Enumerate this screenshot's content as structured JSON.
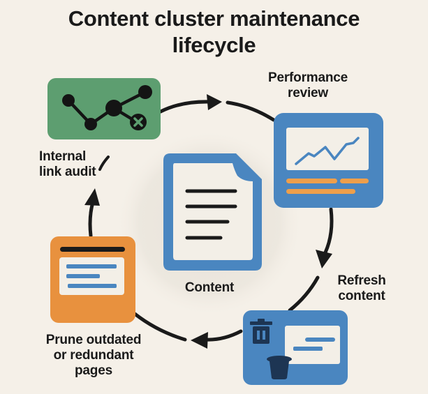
{
  "title": {
    "line1": "Content cluster maintenance",
    "line2": "lifecycle"
  },
  "center": {
    "label": "Content",
    "icon": "document-icon"
  },
  "steps": [
    {
      "id": "performance-review",
      "lines": [
        "Performance",
        "review"
      ],
      "icon": "analytics-chart-icon",
      "color": "#4a86c0"
    },
    {
      "id": "refresh-content",
      "lines": [
        "Refresh",
        "content"
      ],
      "icon": "trash-refresh-icon",
      "color": "#4a86c0"
    },
    {
      "id": "prune-pages",
      "lines": [
        "Prune outdated",
        "or redundant",
        "pages"
      ],
      "icon": "page-window-icon",
      "color": "#e8913e"
    },
    {
      "id": "internal-link-audit",
      "lines": [
        "Internal",
        "link audit"
      ],
      "icon": "link-graph-icon",
      "color": "#5d9e70"
    }
  ],
  "colors": {
    "background": "#f5f0e8",
    "blue": "#4a86c0",
    "dark_navy": "#1d3553",
    "orange": "#e8913e",
    "green": "#5d9e70",
    "ink": "#1a1a1a",
    "paper": "#f3efe7"
  }
}
